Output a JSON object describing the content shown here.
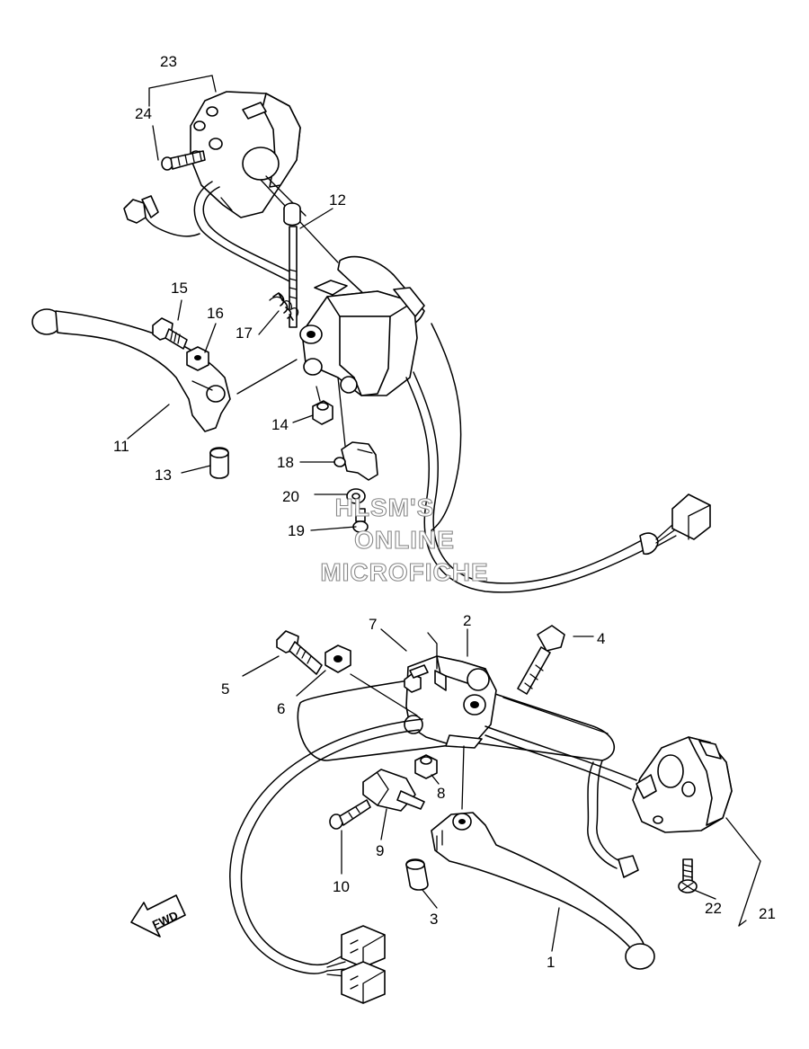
{
  "callouts": [
    "1",
    "2",
    "3",
    "4",
    "5",
    "6",
    "7",
    "8",
    "9",
    "10",
    "11",
    "12",
    "13",
    "14",
    "15",
    "16",
    "17",
    "18",
    "19",
    "20",
    "21",
    "22",
    "23",
    "24"
  ],
  "watermark": {
    "line1": "HLSM'S",
    "line2": "ONLINE",
    "line3": "MICROFICHE",
    "color": "#888888"
  },
  "fwd_label": "FWD"
}
